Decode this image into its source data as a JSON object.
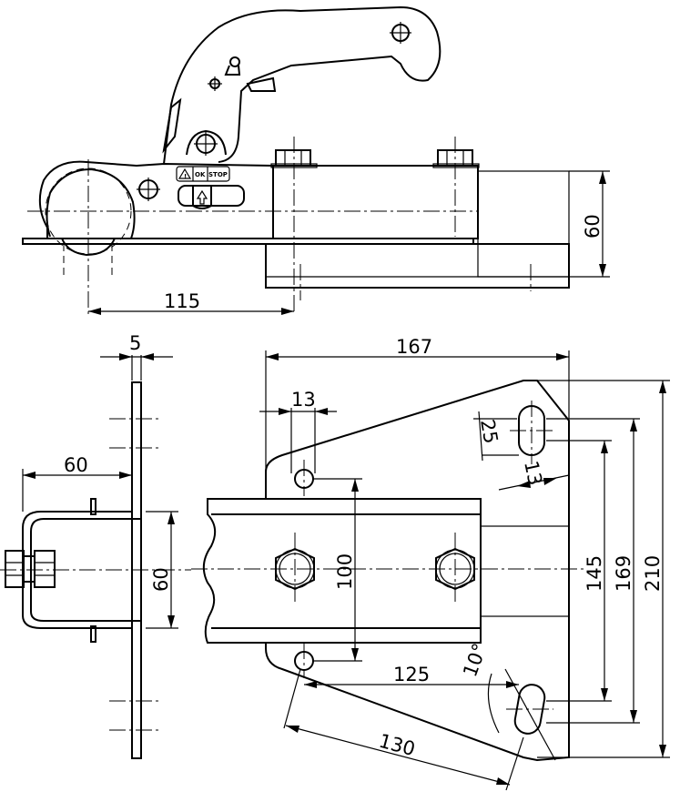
{
  "dimensions": {
    "top_height": "60",
    "top_length": "115",
    "thickness": "5",
    "side_offset": "60",
    "side_height": "60",
    "plate_width": "167",
    "hole_offset": "13",
    "slot_length": "25",
    "slot_width": "13",
    "inner_height": "100",
    "hole_span_1": "145",
    "hole_span_2": "169",
    "plate_height": "210",
    "horizontal_span": "125",
    "diagonal_span": "130",
    "angle": "10°"
  },
  "indicator": {
    "ok_label": "OK",
    "stop_label": "STOP",
    "warning_symbol": "!"
  }
}
